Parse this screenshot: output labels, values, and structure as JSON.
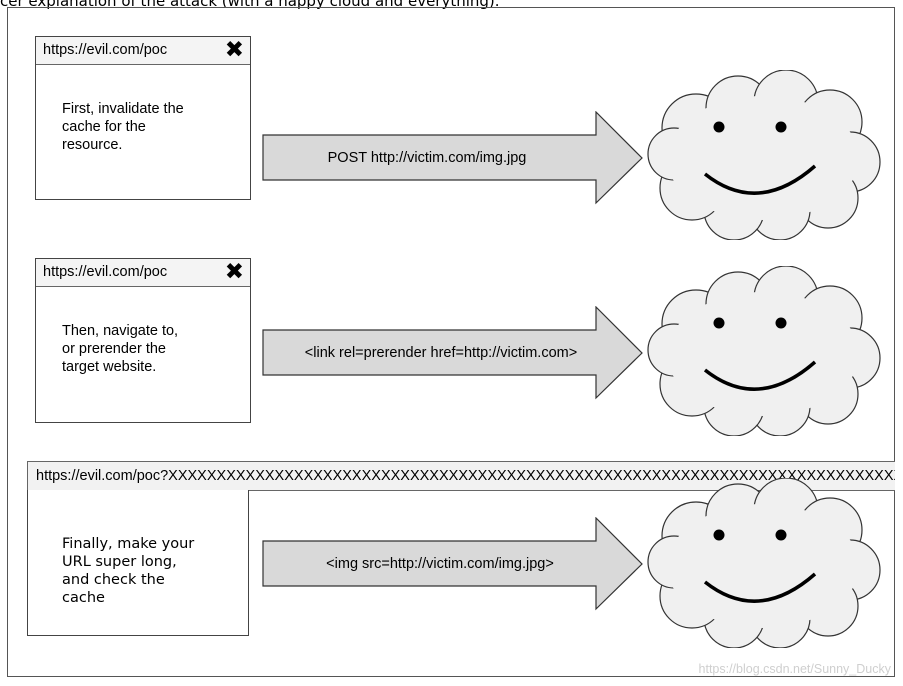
{
  "caption": "cer explanation of the attack (with a happy cloud and everything).",
  "step1": {
    "url": "https://evil.com/poc",
    "close_glyph": "✖",
    "text": "First, invalidate the\ncache for the\nresource.",
    "arrow_label": "POST http://victim.com/img.jpg"
  },
  "step2": {
    "url": "https://evil.com/poc",
    "close_glyph": "✖",
    "text": "Then, navigate to,\nor prerender the\ntarget website.",
    "arrow_label": "<link rel=prerender href=http://victim.com>"
  },
  "step3": {
    "url": "https://evil.com/poc?XXXXXXXXXXXXXXXXXXXXXXXXXXXXXXXXXXXXXXXXXXXXXXXXXXXXXXXXXXXXXXXXXXXXXXXXXXXXXXXXXX",
    "text": "Finally, make your\nURL super long,\nand check the\ncache",
    "arrow_label": "<img src=http://victim.com/img.jpg>"
  },
  "watermark": "https://blog.csdn.net/Sunny_Ducky",
  "colors": {
    "arrow_fill": "#d9d9d9",
    "cloud_fill": "#f0f0f0",
    "stroke": "#333333"
  },
  "icons": {
    "close": "close-icon",
    "cloud": "happy-cloud-icon"
  }
}
